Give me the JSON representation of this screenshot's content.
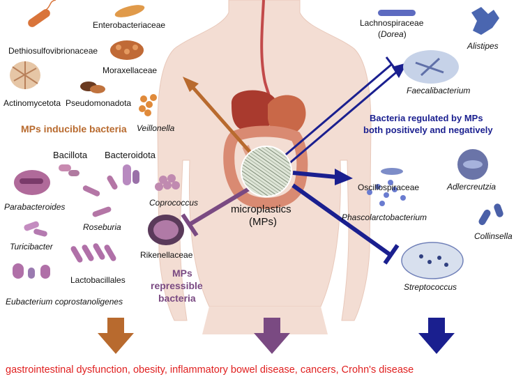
{
  "colors": {
    "inducible": "#b86a2e",
    "repressible": "#7a4a82",
    "regulated": "#1a1f8f",
    "disease": "#e02020",
    "body_skin": "#f3ddd3",
    "colon": "#d98a72"
  },
  "inducible": {
    "heading": "MPs inducible bacteria",
    "items": [
      "Dethiosulfovibrionaceae",
      "Enterobacteriaceae",
      "Moraxellaceae",
      "Actinomycetota",
      "Pseudomonadota",
      "Veillonella"
    ]
  },
  "repressible": {
    "heading_line1": "MPs",
    "heading_line2": "repressible",
    "heading_line3": "bacteria",
    "items": [
      "Bacillota",
      "Bacteroidota",
      "Parabacteroides",
      "Coprococcus",
      "Roseburia",
      "Turicibacter",
      "Rikenellaceae",
      "Lactobacillales",
      "Eubacterium coprostanoligenes"
    ]
  },
  "regulated": {
    "heading_line1": "Bacteria regulated by MPs",
    "heading_line2": "both positively and negatively",
    "lachno_line1": "Lachnospiraceae",
    "lachno_open": "(",
    "lachno_genus": "Dorea",
    "lachno_close": ")",
    "items": [
      "Alistipes",
      "Faecalibacterium",
      "Oscillospiraceae",
      "Adlercreutzia",
      "Phascolarctobacterium",
      "Collinsella",
      "Streptococcus"
    ]
  },
  "center": {
    "line1": "microplastics",
    "line2": "(MPs)"
  },
  "outcome": "gastrointestinal dysfunction, obesity, inflammatory bowel disease, cancers, Crohn's disease"
}
